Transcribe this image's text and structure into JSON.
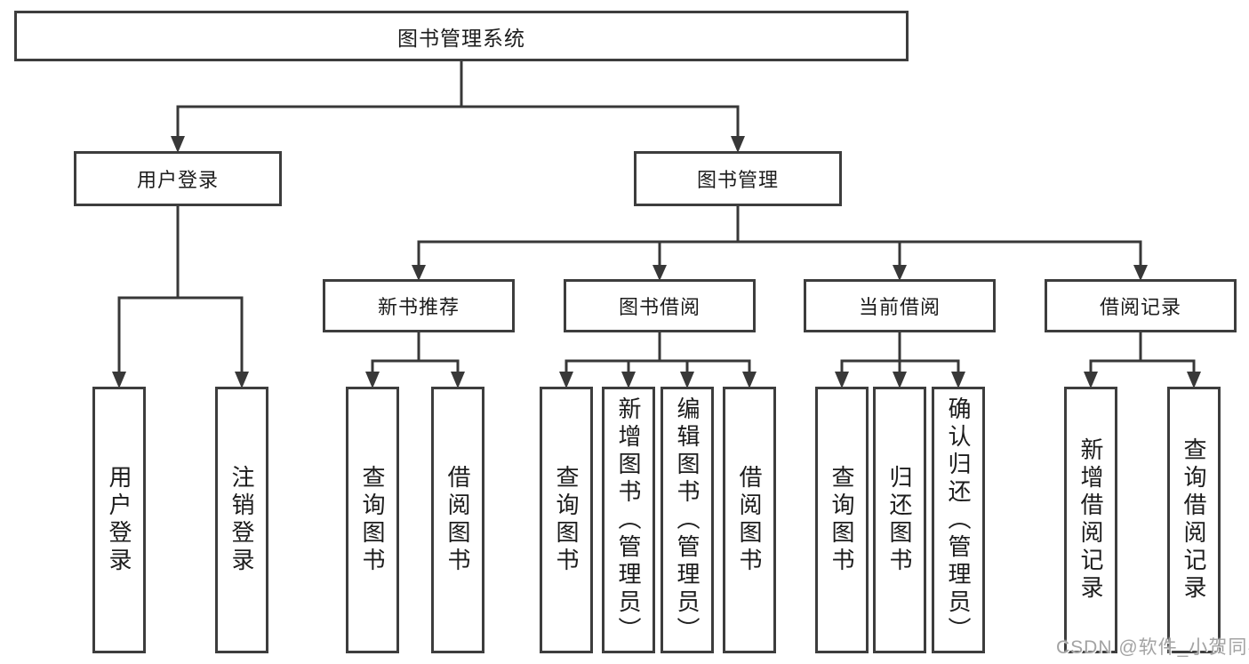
{
  "diagram": {
    "root": {
      "label": "图书管理系统"
    },
    "branches": [
      {
        "label": "用户登录",
        "children": [
          {
            "label": "用户登录"
          },
          {
            "label": "注销登录"
          }
        ]
      },
      {
        "label": "图书管理",
        "children": [
          {
            "label": "新书推荐",
            "children": [
              {
                "label": "查询图书"
              },
              {
                "label": "借阅图书"
              }
            ]
          },
          {
            "label": "图书借阅",
            "children": [
              {
                "label": "查询图书"
              },
              {
                "label": "新增图书（管理员）"
              },
              {
                "label": "编辑图书（管理员）"
              },
              {
                "label": "借阅图书"
              }
            ]
          },
          {
            "label": "当前借阅",
            "children": [
              {
                "label": "查询图书"
              },
              {
                "label": "归还图书"
              },
              {
                "label": "确认归还（管理员）"
              }
            ]
          },
          {
            "label": "借阅记录",
            "children": [
              {
                "label": "新增借阅记录"
              },
              {
                "label": "查询借阅记录"
              }
            ]
          }
        ]
      }
    ]
  },
  "watermark": {
    "text": "CSDN @软件_小贺同学"
  },
  "colors": {
    "border": "#3d3d3d",
    "connector": "#383838",
    "text": "#1c1c1c",
    "watermark": "#a3a3a3",
    "background": "#ffffff"
  }
}
